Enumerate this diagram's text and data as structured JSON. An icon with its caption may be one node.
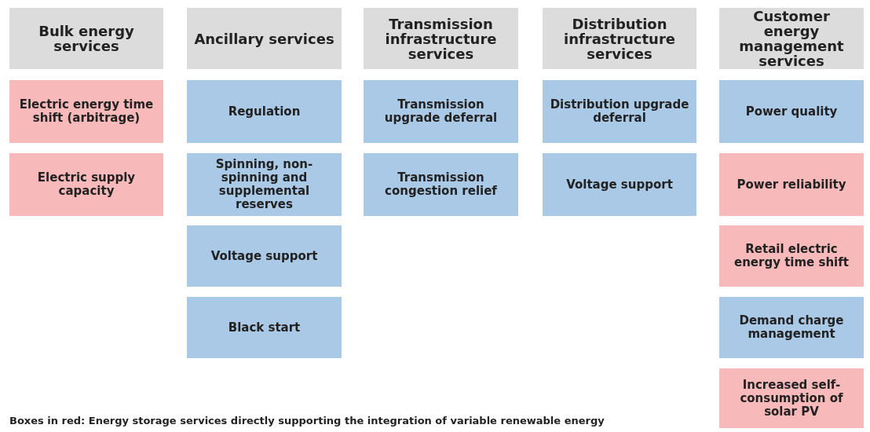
{
  "diagram": {
    "nodes": [
      {
        "text": [
          "Bulk energy services"
        ]
      },
      {
        "text": [
          "Electric energy time shift (arbitrage)"
        ]
      },
      {
        "text": [
          "Electric supply capacity"
        ]
      },
      {
        "text": [
          "Ancillary services"
        ]
      },
      {
        "text": [
          "Regulation"
        ]
      },
      {
        "text": [
          "Spinning, non-spinning and supplemental reserves"
        ]
      },
      {
        "text": [
          "Voltage support"
        ]
      },
      {
        "text": [
          "Black start"
        ]
      },
      {
        "text": [
          "Transmission infrastructure services"
        ]
      },
      {
        "text": [
          "Transmission upgrade deferral"
        ]
      },
      {
        "text": [
          "Transmission congestion relief"
        ]
      },
      {
        "text": [
          "Distribution infrastructure services"
        ]
      },
      {
        "text": [
          "Distribution upgrade deferral"
        ]
      },
      {
        "text": [
          "Voltage support"
        ]
      },
      {
        "text": [
          "Customer energy management services"
        ]
      },
      {
        "text": [
          "Power quality"
        ]
      },
      {
        "text": [
          "Power reliability"
        ]
      },
      {
        "text": [
          "Retail electric energy time shift"
        ]
      },
      {
        "text": [
          "Demand charge management"
        ]
      },
      {
        "text": [
          "Increased self-consumption of solar PV"
        ]
      }
    ],
    "labels": [
      "Boxes in red: Energy storage services directly supporting the integration of variable renewable energy"
    ]
  }
}
